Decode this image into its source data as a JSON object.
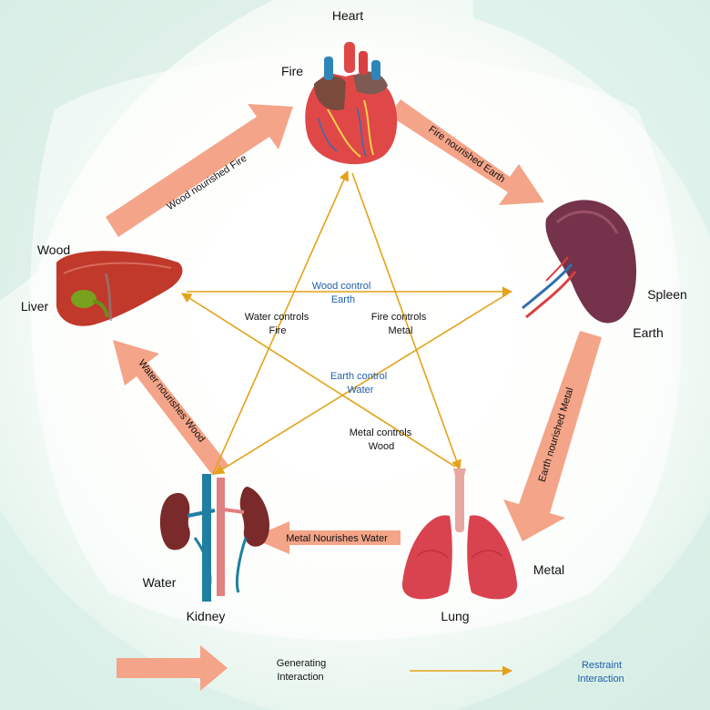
{
  "organs": {
    "heart": "Heart",
    "liver": "Liver",
    "spleen": "Spleen",
    "kidney": "Kidney",
    "lung": "Lung"
  },
  "elements": {
    "fire": "Fire",
    "wood": "Wood",
    "earth": "Earth",
    "water": "Water",
    "metal": "Metal"
  },
  "generating": {
    "wood_fire": "Wood nourished Fire",
    "fire_earth": "Fire nourished Earth",
    "earth_metal": "Earth nourished Metal",
    "metal_water": "Metal Nourishes Water",
    "water_wood": "Water nourishes Wood"
  },
  "restraint": {
    "wood_earth_1": "Wood control",
    "wood_earth_2": "Earth",
    "water_fire_1": "Water controls",
    "water_fire_2": "Fire",
    "fire_metal_1": "Fire controls",
    "fire_metal_2": "Metal",
    "earth_water_1": "Earth control",
    "earth_water_2": "Water",
    "metal_wood_1": "Metal controls",
    "metal_wood_2": "Wood"
  },
  "legend": {
    "generating_1": "Generating",
    "generating_2": "Interaction",
    "restraint_1": "Restraint",
    "restraint_2": "Interaction"
  },
  "colors": {
    "generating_arrow": "#f4a488",
    "restraint_arrow": "#e3a21a",
    "blue_text": "#1f5fa8",
    "background_tint": "#e3f2ec"
  }
}
